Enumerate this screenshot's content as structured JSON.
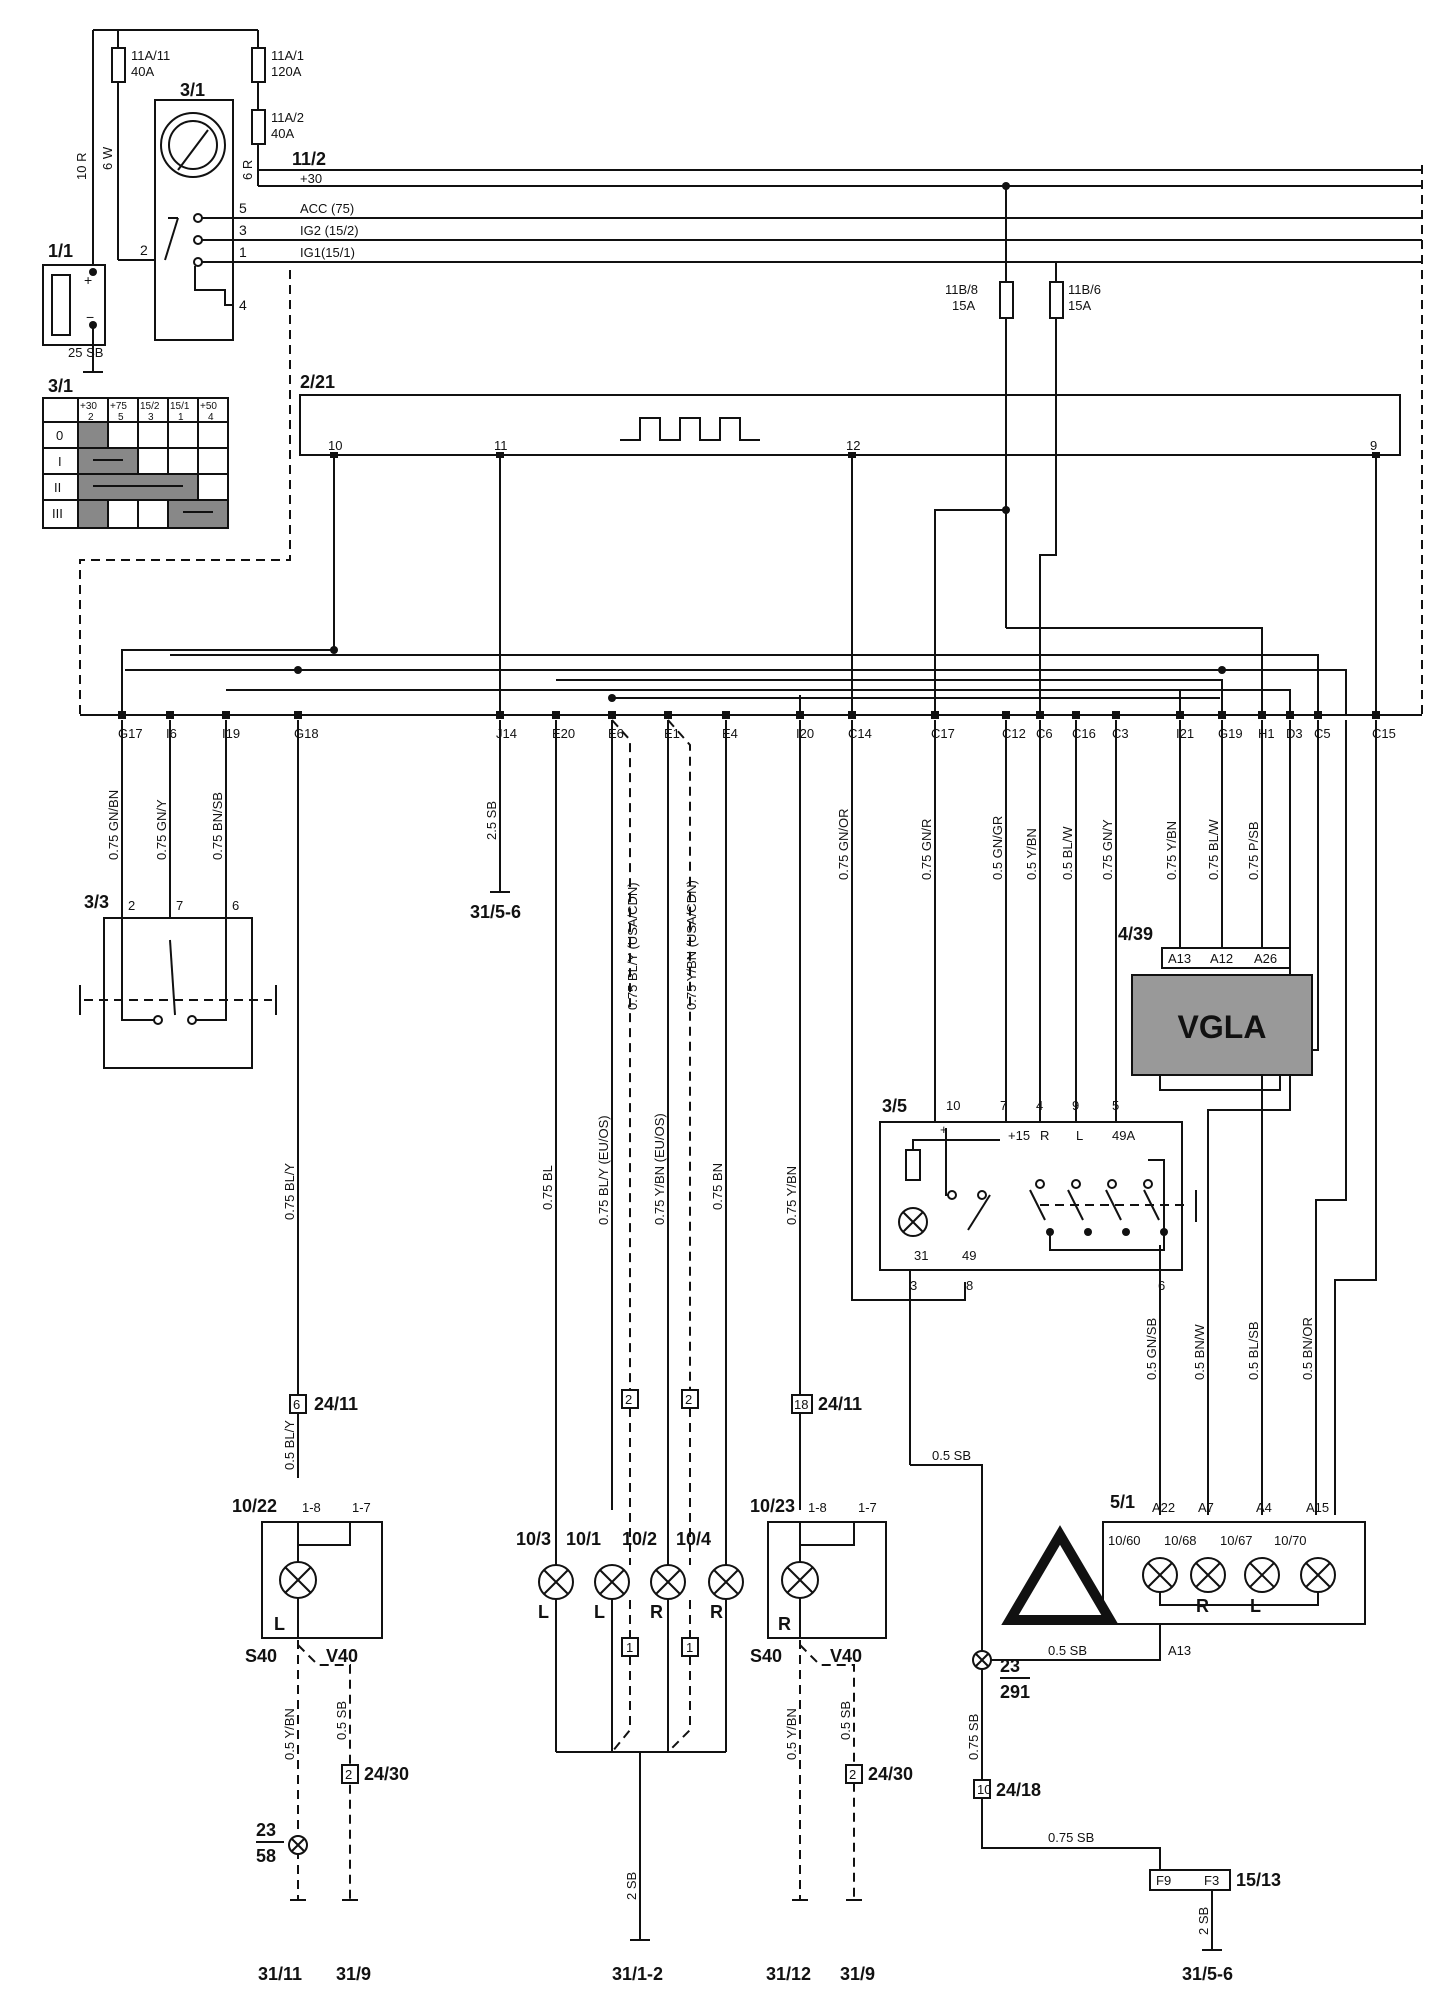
{
  "components": {
    "battery": "1/1",
    "ignition_switch": "3/1",
    "switch_table": "3/1",
    "rem": "2/21",
    "reverse_switch": "3/3",
    "hazard_switch": "3/5",
    "vgla_module_ref": "4/39",
    "vgla_label": "VGLA",
    "instrument": "5/1",
    "bus": "11/2"
  },
  "fuses": [
    {
      "id": "11A/11",
      "rating": "40A"
    },
    {
      "id": "11A/1",
      "rating": "120A"
    },
    {
      "id": "11A/2",
      "rating": "40A"
    },
    {
      "id": "11B/8",
      "rating": "15A"
    },
    {
      "id": "11B/6",
      "rating": "15A"
    }
  ],
  "bus_lines": [
    "+30",
    "ACC (75)",
    "IG2 (15/2)",
    "IG1(15/1)"
  ],
  "ign_pins": [
    "5",
    "3",
    "1",
    "4",
    "2"
  ],
  "switch_table": {
    "cols": [
      [
        "+30",
        "2"
      ],
      [
        "+75",
        "5"
      ],
      [
        "15/2",
        "3"
      ],
      [
        "15/1",
        "1"
      ],
      [
        "+50",
        "4"
      ]
    ],
    "rows": [
      "0",
      "I",
      "II",
      "III"
    ]
  },
  "rem_pins": [
    "10",
    "11",
    "12",
    "9"
  ],
  "connector_pins": [
    "G17",
    "I6",
    "I19",
    "G18",
    "J14",
    "E20",
    "E6",
    "E1",
    "E4",
    "I20",
    "C14",
    "C17",
    "C12",
    "C6",
    "C16",
    "C3",
    "I21",
    "G19",
    "H1",
    "D3",
    "C5",
    "C15"
  ],
  "wire_labels": [
    "10 R",
    "6 W",
    "6 R",
    "25 SB",
    "0.75 GN/BN",
    "0.75 GN/Y",
    "0.75 BN/SB",
    "2.5 SB",
    "0.75 BL/Y (USA/CDN)",
    "0.75 Y/BN (USA/CDN)",
    "0.75 GN/OR",
    "0.75 GN/R",
    "0.5 GN/GR",
    "0.5 Y/BN",
    "0.5 BL/W",
    "0.75 GN/Y",
    "0.75 Y/BN",
    "0.75 BL/W",
    "0.75 P/SB",
    "0.75 BL/Y",
    "0.75 BL",
    "0.75 BL/Y (EU/OS)",
    "0.75 Y/BN (EU/OS)",
    "0.75 BN",
    "0.75 Y/BN",
    "0.5 GN/SB",
    "0.5 BN/W",
    "0.5 BL/SB",
    "0.5 BN/OR",
    "0.5 BL/Y",
    "0.5 Y/BN",
    "0.5 SB",
    "0.5 SB",
    "0.75 SB",
    "0.75 SB",
    "2 SB",
    "0.5 SB"
  ],
  "vgla_pins": [
    "A13",
    "A12",
    "A26"
  ],
  "reverse_pins": [
    "2",
    "7",
    "6"
  ],
  "hazard": {
    "pins": [
      "10",
      "7",
      "4",
      "9",
      "5"
    ],
    "terms": [
      "+",
      "+15",
      "R",
      "L",
      "49A"
    ],
    "bottom": [
      "31",
      "49"
    ],
    "out": [
      "3",
      "8",
      "6"
    ]
  },
  "instrument": {
    "pins": [
      "A22",
      "A7",
      "A4",
      "A15"
    ],
    "lamps": [
      "10/60",
      "10/68",
      "10/67",
      "10/70"
    ],
    "ground_pin": "A13",
    "marks": [
      "R",
      "L"
    ]
  },
  "lamps": {
    "left_front": "10/22",
    "right_front": "10/23",
    "side": [
      "10/3",
      "10/1",
      "10/2",
      "10/4"
    ],
    "marks": [
      "L",
      "L",
      "R",
      "R"
    ],
    "pins": [
      "1-8",
      "1-7"
    ]
  },
  "variants": [
    "S40",
    "V40"
  ],
  "connectors": [
    "24/11",
    "24/30",
    "24/18",
    "15/13"
  ],
  "connector_nums": [
    "6",
    "18",
    "2",
    "2",
    "2",
    "2",
    "1",
    "1",
    "10"
  ],
  "connector_1513": [
    "F9",
    "F3"
  ],
  "grounds": [
    "31/5-6",
    "31/11",
    "31/9",
    "31/1-2",
    "31/12",
    "31/9",
    "31/5-6"
  ],
  "splices": [
    {
      "num": "23",
      "sub": "58"
    },
    {
      "num": "23",
      "sub": "291"
    }
  ]
}
